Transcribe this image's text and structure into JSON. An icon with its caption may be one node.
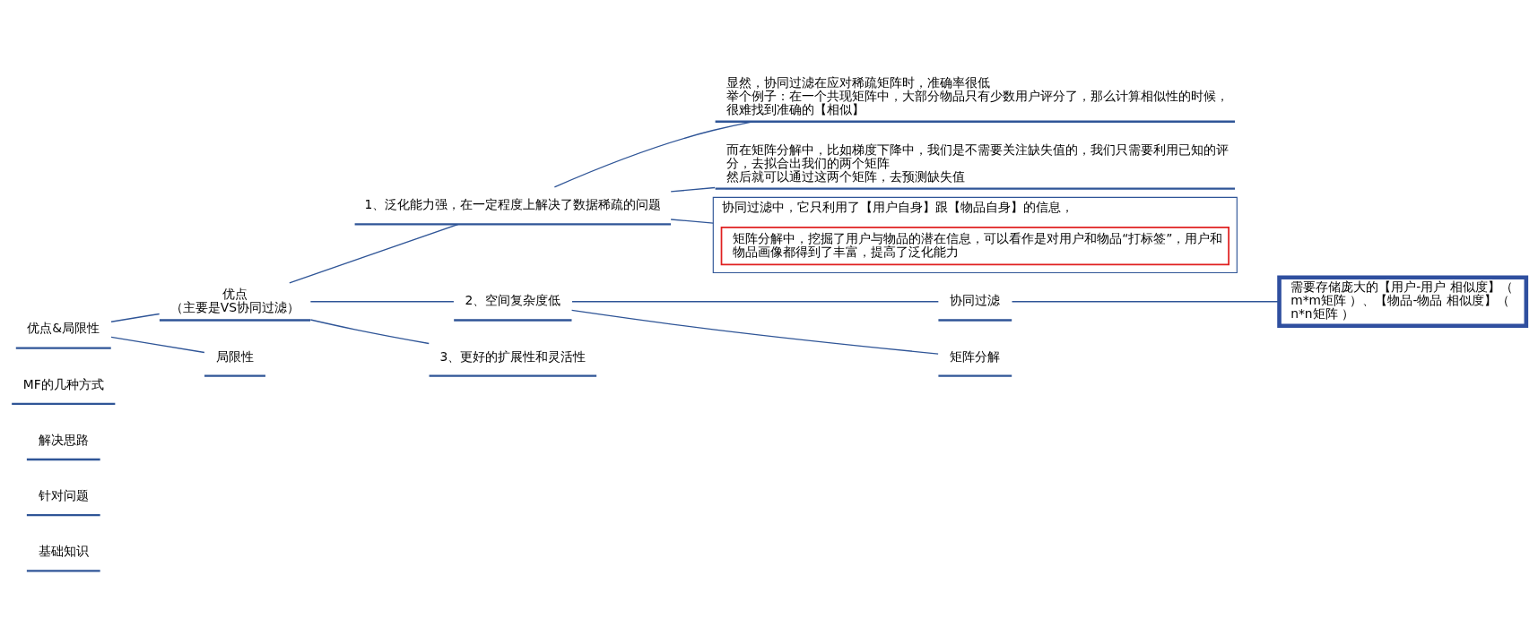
{
  "diagram": {
    "nodes": [
      {
        "text": [
          "基础知识"
        ]
      },
      {
        "text": [
          "针对问题"
        ]
      },
      {
        "text": [
          "解决思路"
        ]
      },
      {
        "text": [
          "MF的几种方式"
        ]
      },
      {
        "text": [
          "优点&局限性"
        ]
      },
      {
        "text": [
          "优点",
          "（主要是VS协同过滤）"
        ]
      },
      {
        "text": [
          "局限性"
        ]
      },
      {
        "text": [
          "1、泛化能力强，在一定程度上解决了数据稀疏的问题"
        ]
      },
      {
        "text": [
          "2、空间复杂度低"
        ]
      },
      {
        "text": [
          "3、更好的扩展性和灵活性"
        ]
      },
      {
        "text": [
          "显然，协同过滤在应对稀疏矩阵时，准确率很低",
          "举个例子：在一个共现矩阵中，大部分物品只有少数用户评分了，那么计算相似性的时候，很难找到准确的【相似】"
        ]
      },
      {
        "text": [
          "而在矩阵分解中，比如梯度下降中，我们是不需要关注缺失值的，我们只需要利用已知的评分，去拟合出我们的两个矩阵",
          "然后就可以通过这两个矩阵，去预测缺失值"
        ]
      },
      {
        "text": [
          "协同过滤中，它只利用了【用户自身】跟【物品自身】的信息，"
        ]
      },
      {
        "text": [
          "矩阵分解中，挖掘了用户与物品的潜在信息，可以看作是对用户和物品“打标签”，用户和物品画像都得到了丰富，提高了泛化能力"
        ],
        "in": 12
      },
      {
        "text": [
          "协同过滤"
        ]
      },
      {
        "text": [
          "矩阵分解"
        ]
      },
      {
        "text": [
          "需要存储庞大的【用户-用户 相似度】（ m*m矩阵 ）、【物品-物品 相似度】（ n*n矩阵 ）"
        ]
      }
    ],
    "edges": [
      {
        "from": 4,
        "to": 5,
        "arrow": "none"
      },
      {
        "from": 4,
        "to": 6,
        "arrow": "none"
      },
      {
        "from": 5,
        "to": 7,
        "arrow": "none"
      },
      {
        "from": 5,
        "to": 8,
        "arrow": "none"
      },
      {
        "from": 5,
        "to": 9,
        "arrow": "none"
      },
      {
        "from": 7,
        "to": 10,
        "arrow": "none"
      },
      {
        "from": 7,
        "to": 11,
        "arrow": "none"
      },
      {
        "from": 7,
        "to": 12,
        "arrow": "none"
      },
      {
        "from": 8,
        "to": 14,
        "arrow": "none"
      },
      {
        "from": 8,
        "to": 15,
        "arrow": "none"
      },
      {
        "from": 14,
        "to": 16,
        "arrow": "none"
      }
    ]
  }
}
